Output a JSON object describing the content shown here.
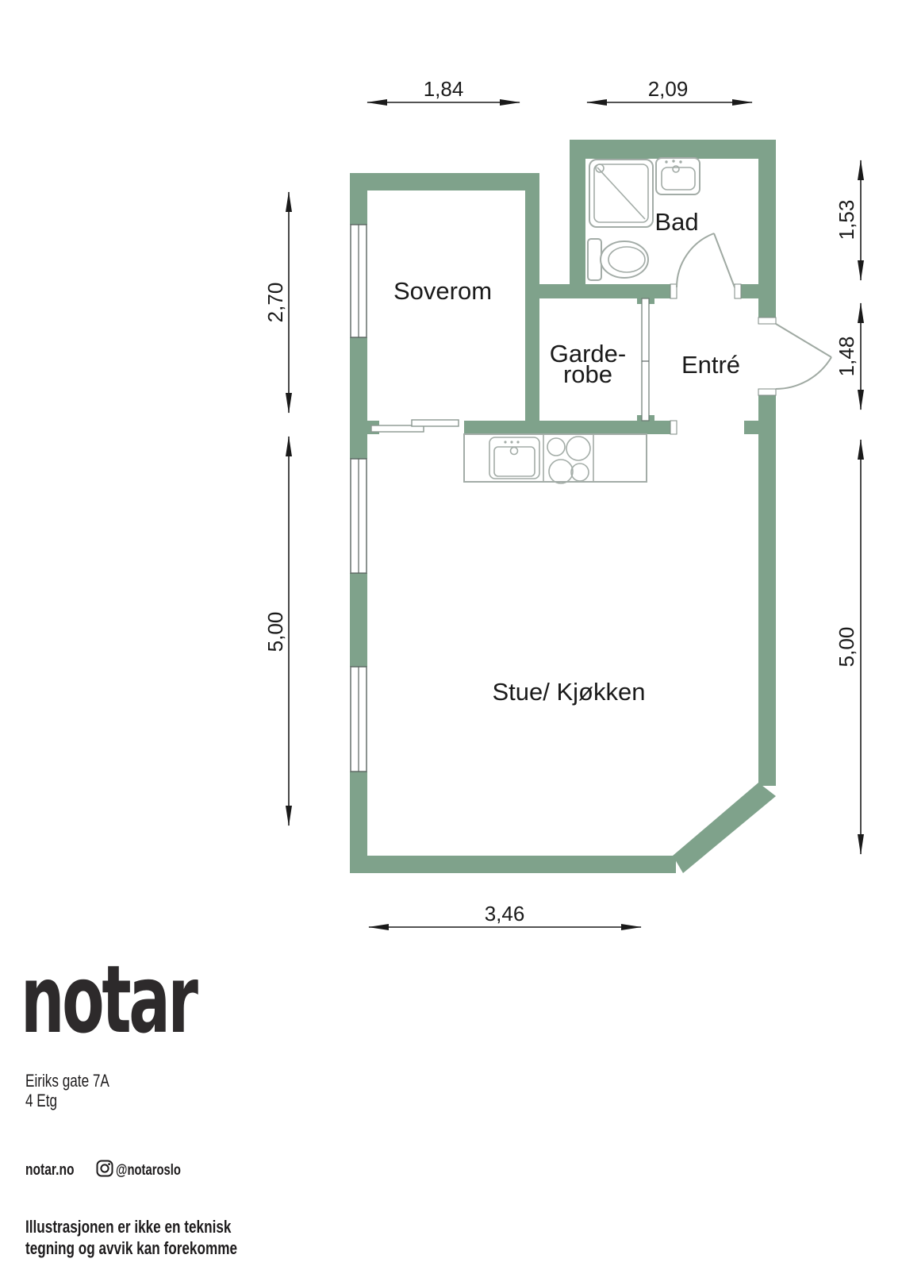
{
  "plan": {
    "rooms": {
      "bedroom": "Soverom",
      "bath": "Bad",
      "wardrobe_line1": "Garde-",
      "wardrobe_line2": "robe",
      "entry": "Entré",
      "living": "Stue/ Kjøkken"
    },
    "dimensions": {
      "top_bedroom": "1,84",
      "top_bath": "2,09",
      "left_upper": "2,70",
      "left_lower": "5,00",
      "right_upper": "1,53",
      "right_middle": "1,48",
      "right_lower": "5,00",
      "bottom": "3,46"
    }
  },
  "colors": {
    "wall": "#7FA28B",
    "fixture": "#A3ACA7",
    "dim": "#1A1A1A",
    "text": "#1A1A1A"
  },
  "footer": {
    "logo": "notar",
    "address_line1": "Eiriks gate 7A",
    "address_line2": "4 Etg",
    "website": "notar.no",
    "instagram_handle": "@notaroslo",
    "disclaimer_line1": "Illustrasjonen er ikke en teknisk",
    "disclaimer_line2": "tegning og avvik kan forekomme"
  }
}
